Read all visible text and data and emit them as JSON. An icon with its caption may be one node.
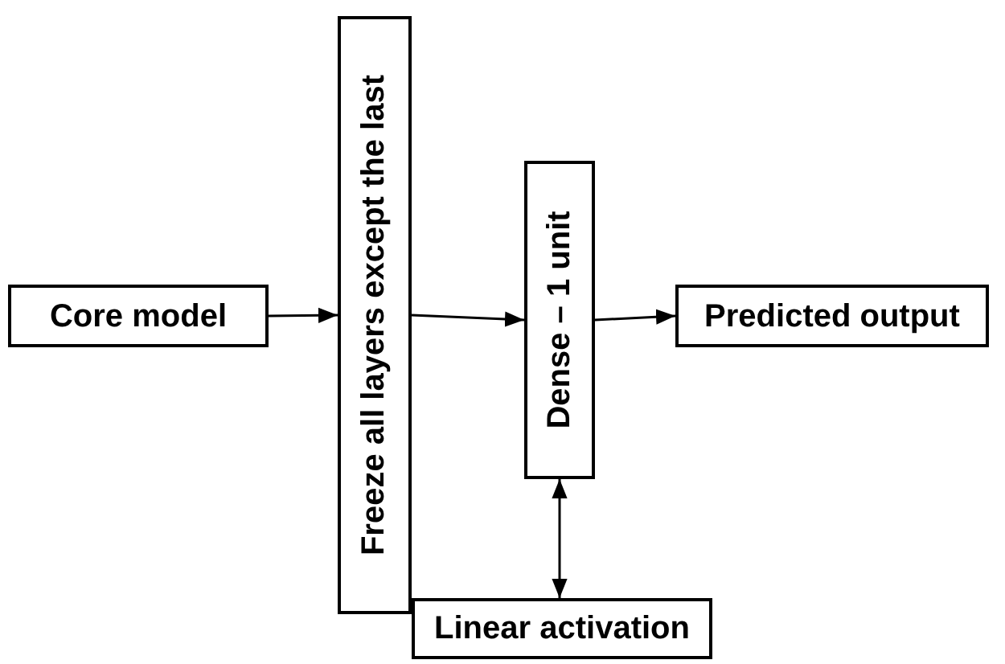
{
  "diagram": {
    "nodes": [
      {
        "text": [
          "Core model"
        ]
      },
      {
        "text": [
          "Freeze all layers except the last"
        ]
      },
      {
        "text": [
          "Dense – 1 unit"
        ]
      },
      {
        "text": [
          "Predicted output"
        ]
      },
      {
        "text": [
          "Linear activation"
        ]
      }
    ],
    "edges": [
      {
        "from": 0,
        "to": 1,
        "arrow": "to"
      },
      {
        "from": 1,
        "to": 2,
        "arrow": "to"
      },
      {
        "from": 2,
        "to": 3,
        "arrow": "to"
      },
      {
        "from": 2,
        "to": 4,
        "arrow": "both"
      }
    ]
  }
}
